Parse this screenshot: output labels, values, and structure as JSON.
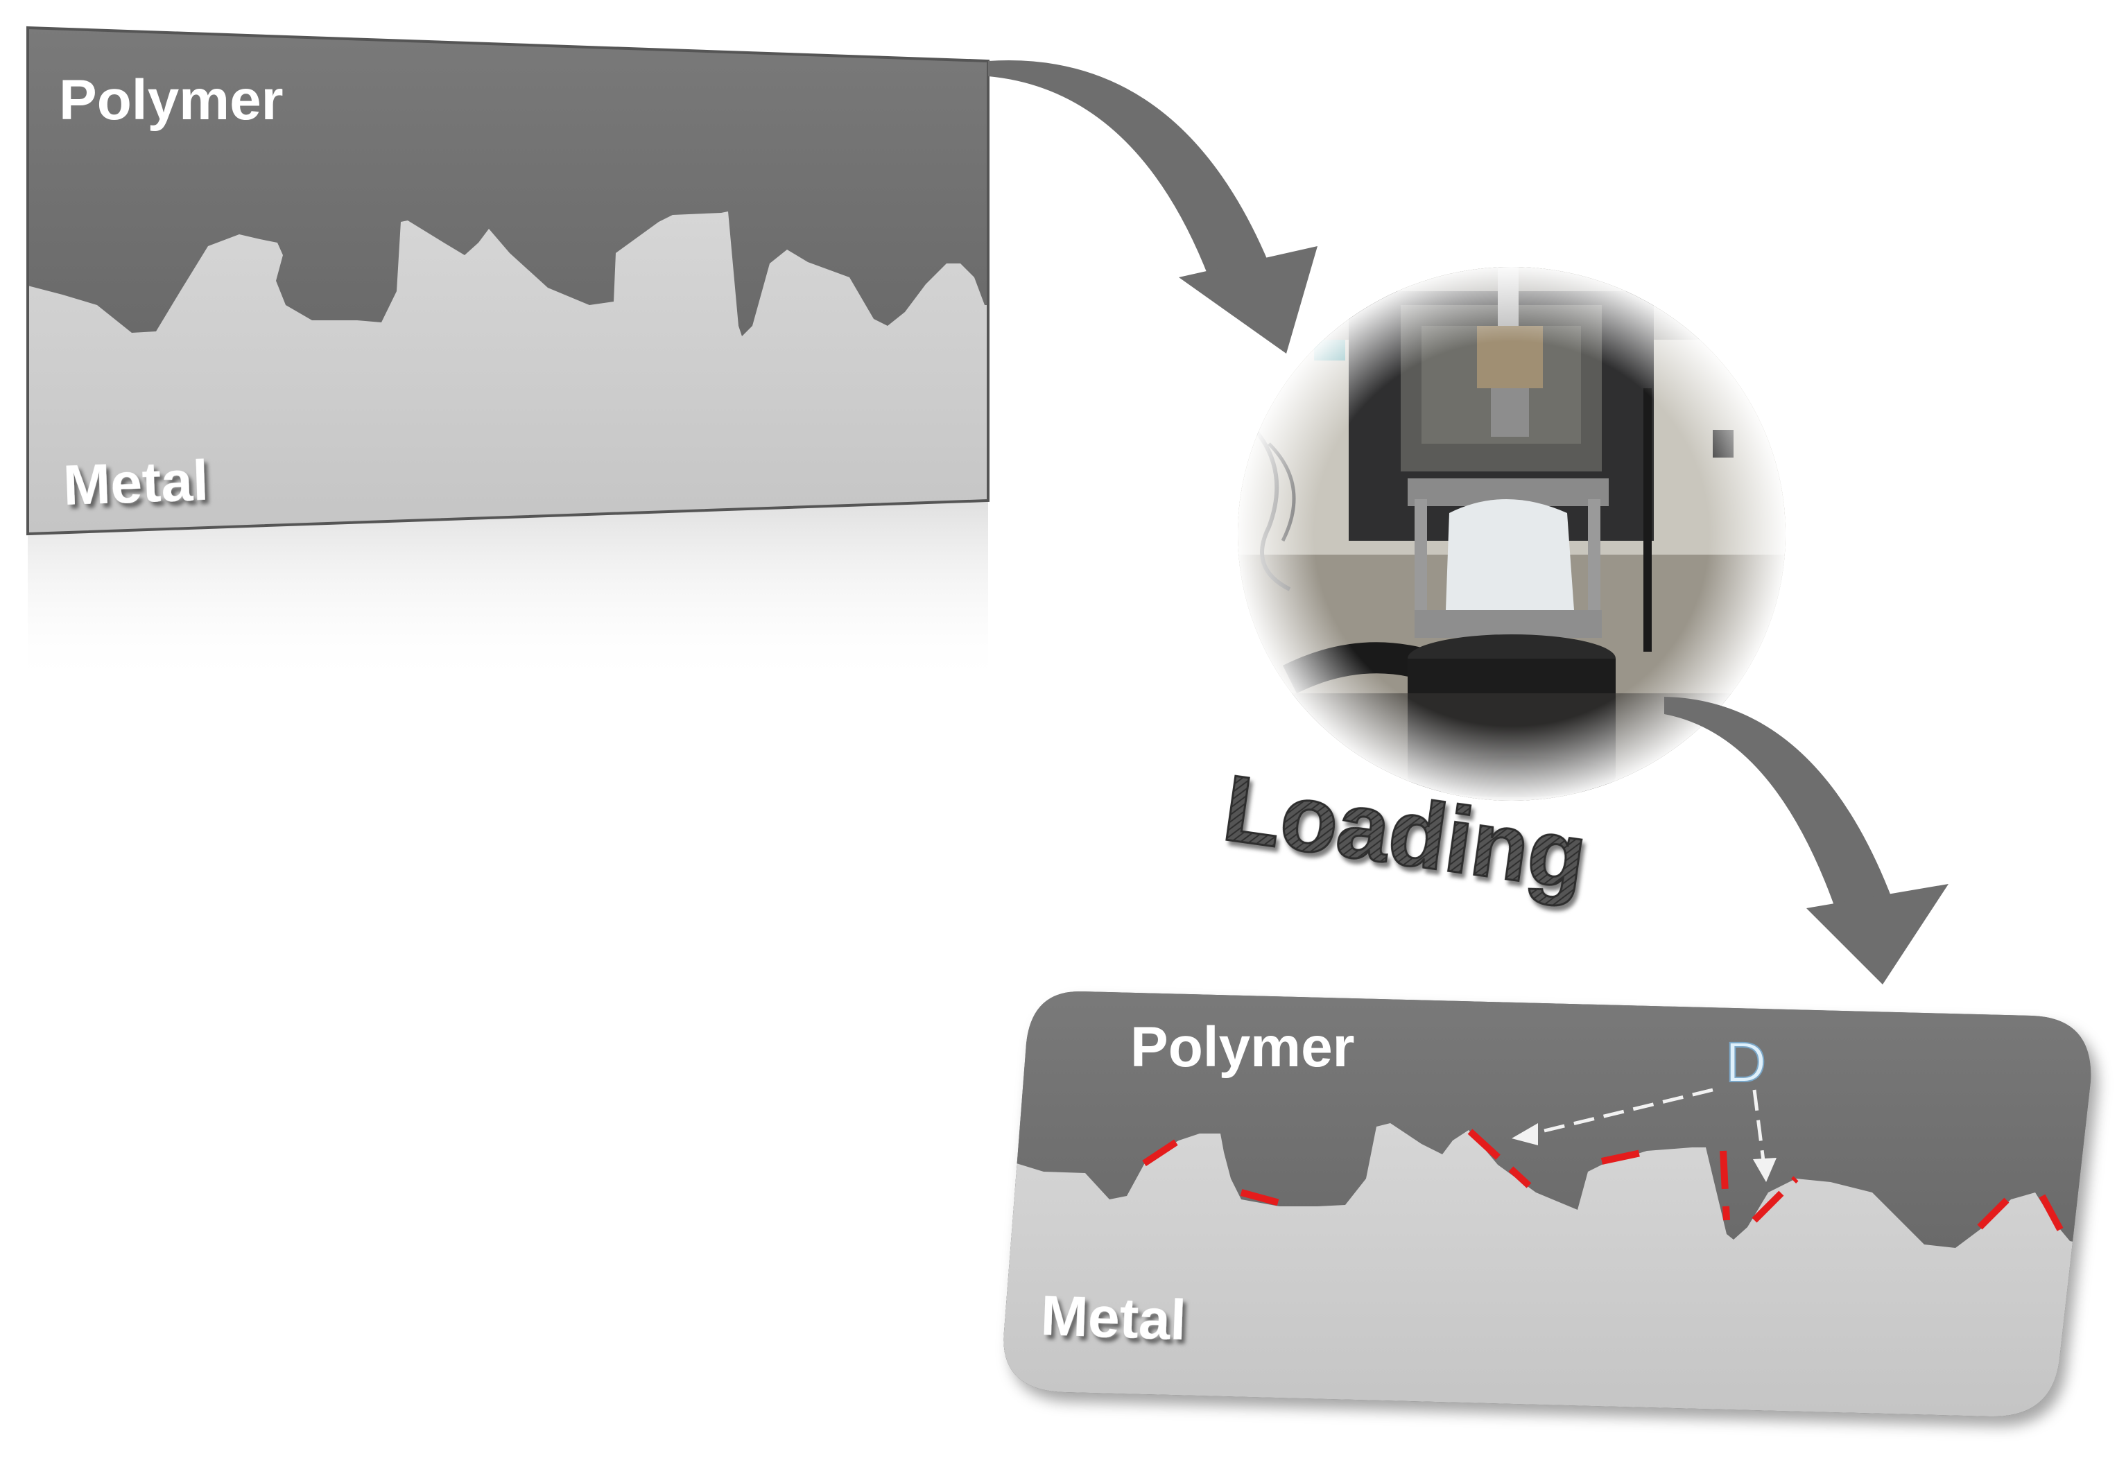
{
  "panel_before": {
    "polymer_label": "Polymer",
    "metal_label": "Metal"
  },
  "loading_label": "Loading",
  "panel_after": {
    "polymer_label": "Polymer",
    "metal_label": "Metal",
    "defect_label": "D"
  },
  "colors": {
    "polymer": "#6b6b6b",
    "metal": "#cfcfcf",
    "arrow": "#6e6e6e",
    "defect_marks": "#e41c1c",
    "label_text": "#ffffff",
    "loading_text": "#4a4a4a",
    "defect_label": "#dff0fb"
  },
  "icons": {
    "photo": "load-test-rig-photo",
    "arrow_1": "curved-arrow-down-right",
    "arrow_2": "curved-arrow-down-right"
  }
}
